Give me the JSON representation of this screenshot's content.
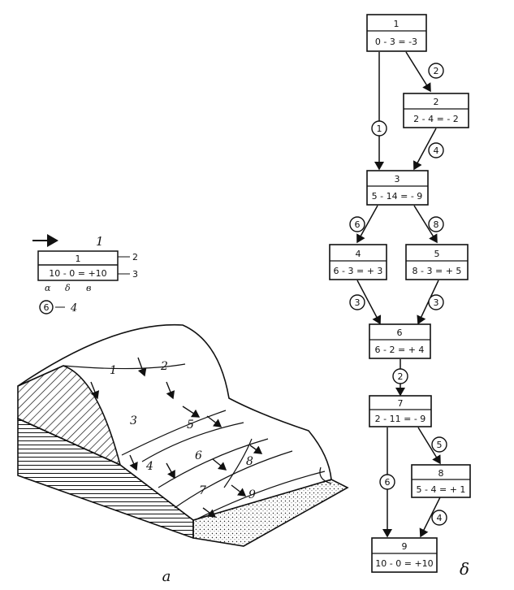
{
  "legend": {
    "arrow_label": "1",
    "box_num": "1",
    "box_calc": "10 - 0 = +10",
    "box_label_num": "2",
    "box_label_calc": "3",
    "col_a": "α",
    "col_b": "δ",
    "col_c": "в",
    "circle_num": "6",
    "circle_label": "4"
  },
  "block_diagram": {
    "caption": "а",
    "zones": [
      "1",
      "2",
      "3",
      "4",
      "5",
      "6",
      "7",
      "8",
      "9"
    ]
  },
  "flow_diagram": {
    "caption": "δ",
    "nodes": [
      {
        "id": "1",
        "calc": "0 - 3 = -3"
      },
      {
        "id": "2",
        "calc": "2 - 4 = - 2"
      },
      {
        "id": "3",
        "calc": "5 - 14 = - 9"
      },
      {
        "id": "4",
        "calc": "6 - 3 = + 3"
      },
      {
        "id": "5",
        "calc": "8 - 3 = + 5"
      },
      {
        "id": "6",
        "calc": "6 - 2 = + 4"
      },
      {
        "id": "7",
        "calc": "2 - 11 = - 9"
      },
      {
        "id": "8",
        "calc": "5 - 4 = + 1"
      },
      {
        "id": "9",
        "calc": "10 - 0 = +10"
      }
    ],
    "edges": [
      {
        "from": "1",
        "to": "2",
        "value": "2"
      },
      {
        "from": "1",
        "to": "3",
        "value": "1"
      },
      {
        "from": "2",
        "to": "3",
        "value": "4"
      },
      {
        "from": "3",
        "to": "4",
        "value": "6"
      },
      {
        "from": "3",
        "to": "5",
        "value": "8"
      },
      {
        "from": "4",
        "to": "6",
        "value": "3"
      },
      {
        "from": "5",
        "to": "6",
        "value": "3"
      },
      {
        "from": "6",
        "to": "7",
        "value": "2"
      },
      {
        "from": "7",
        "to": "8",
        "value": "5"
      },
      {
        "from": "7",
        "to": "9",
        "value": "6"
      },
      {
        "from": "8",
        "to": "9",
        "value": "4"
      }
    ]
  }
}
